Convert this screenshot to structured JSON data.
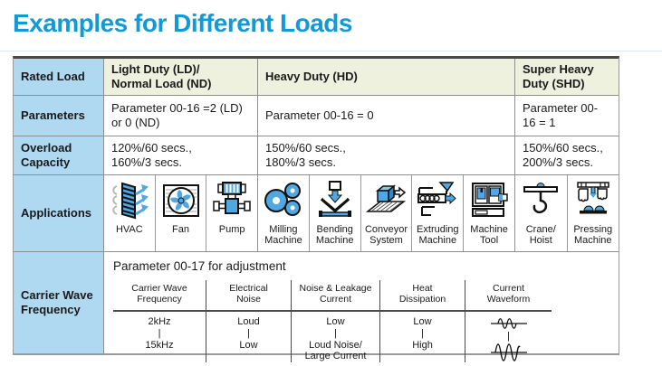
{
  "page": {
    "title": "Examples for Different Loads"
  },
  "colors": {
    "title_accent": "#129AD8",
    "row_header_blue": "#AFD8F1",
    "top_row_green": "#EDF1DE",
    "icon_blue": "#4FA8E3",
    "border_gray": "#8f8f8f"
  },
  "table": {
    "row_headers": [
      "Rated Load",
      "Parameters",
      "Overload\nCapacity",
      "Applications",
      "Carrier Wave\nFrequency"
    ],
    "rated_load": {
      "ld": "Light Duty (LD)/\nNormal Load (ND)",
      "hd": "Heavy Duty (HD)",
      "shd": "Super Heavy\nDuty (SHD)"
    },
    "parameters": {
      "ld": "Parameter 00-16 =2 (LD)\nor 0 (ND)",
      "hd": "Parameter 00-16 = 0",
      "shd": "Parameter 00-\n16 = 1"
    },
    "overload": {
      "ld": "120%/60 secs.,\n160%/3 secs.",
      "hd": "150%/60 secs.,\n180%/3 secs.",
      "shd": "150%/60 secs.,\n200%/3 secs."
    },
    "applications": {
      "cells": [
        {
          "label": "HVAC",
          "icon": "hvac-icon"
        },
        {
          "label": "Fan",
          "icon": "fan-icon"
        },
        {
          "label": "Pump",
          "icon": "pump-icon"
        },
        {
          "label": "Milling\nMachine",
          "icon": "milling-machine-icon"
        },
        {
          "label": "Bending\nMachine",
          "icon": "bending-machine-icon"
        },
        {
          "label": "Conveyor\nSystem",
          "icon": "conveyor-system-icon"
        },
        {
          "label": "Extruding\nMachine",
          "icon": "extruding-machine-icon"
        },
        {
          "label": "Machine\nTool",
          "icon": "machine-tool-icon"
        },
        {
          "label": "Crane/\nHoist",
          "icon": "crane-hoist-icon"
        },
        {
          "label": "Pressing\nMachine",
          "icon": "pressing-machine-icon"
        }
      ]
    },
    "carrier": {
      "note": "Parameter 00-17 for adjustment",
      "separator": "|",
      "columns": [
        {
          "header": "Carrier Wave\nFrequency",
          "top": "2kHz",
          "bottom": "15kHz"
        },
        {
          "header": "Electrical\nNoise",
          "top": "Loud",
          "bottom": "Low"
        },
        {
          "header": "Noise & Leakage\nCurrent",
          "top": "Low",
          "bottom": "Loud Noise/\nLarge Current"
        },
        {
          "header": "Heat\nDissipation",
          "top": "Low",
          "bottom": "High"
        },
        {
          "header": "Current\nWaveform",
          "top_icon": "small-sine-waveform-icon",
          "bottom_icon": "large-sine-waveform-icon"
        }
      ]
    }
  }
}
